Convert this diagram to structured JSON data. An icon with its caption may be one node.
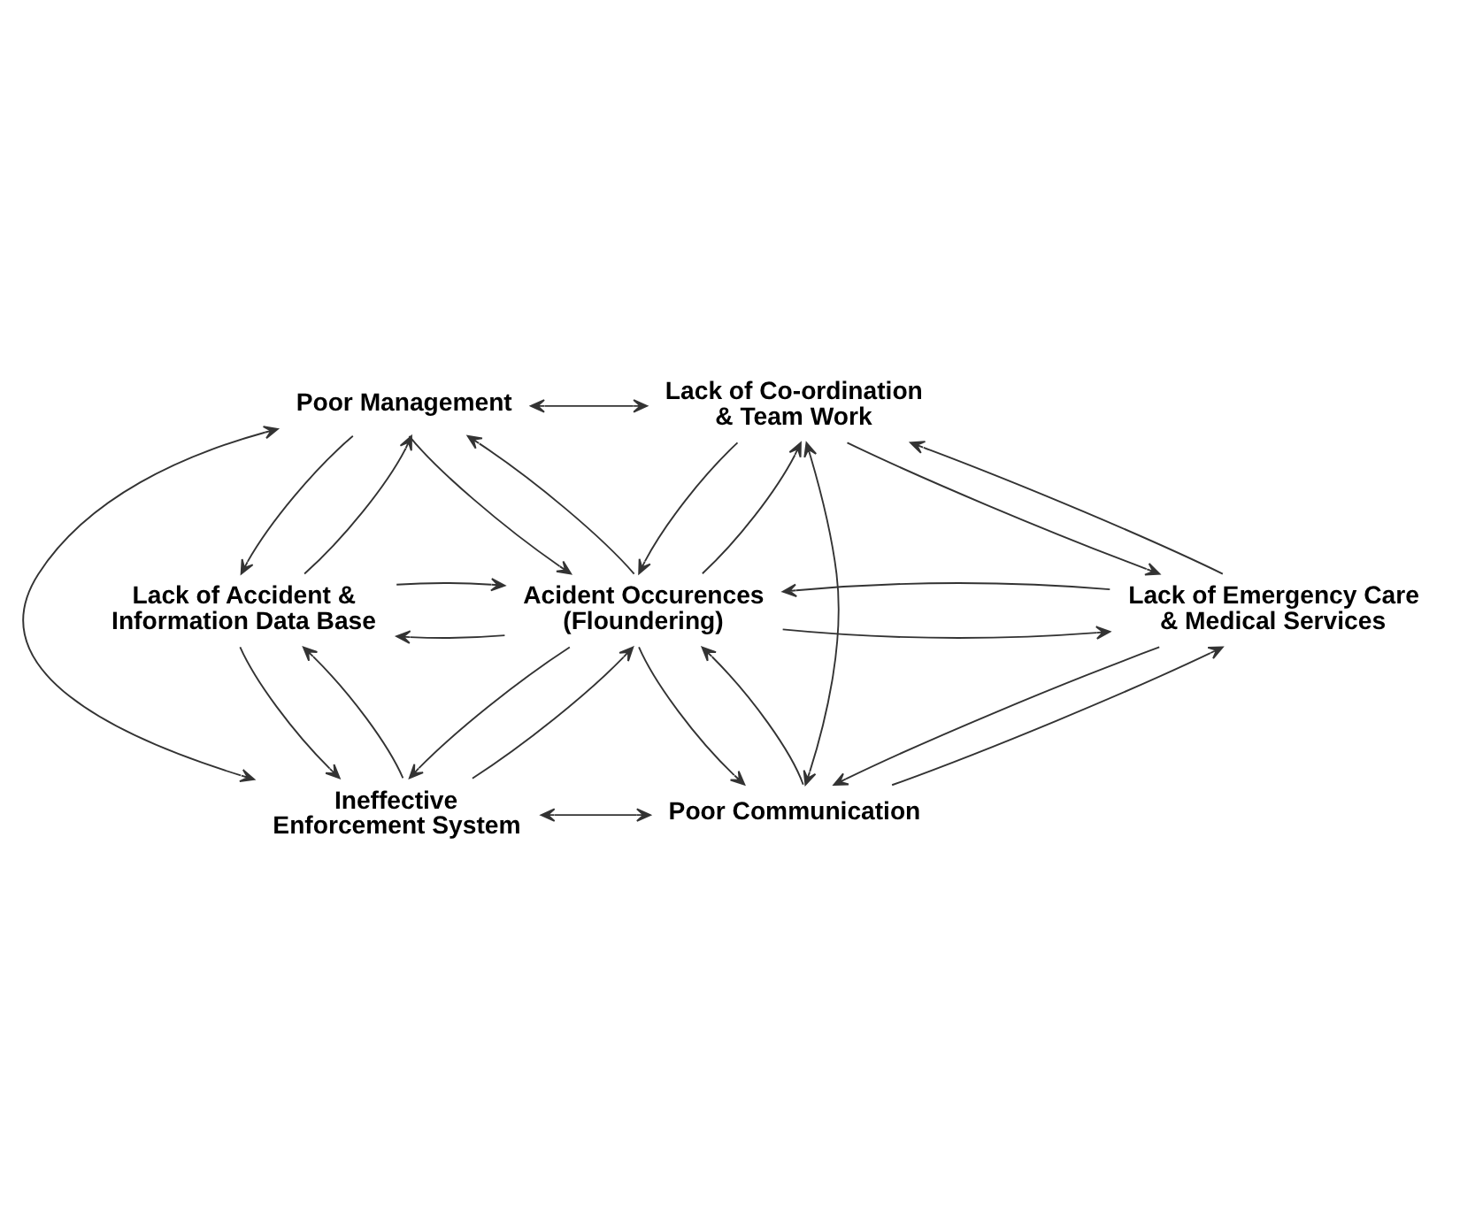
{
  "diagram": {
    "nodes": [
      {
        "text": [
          "Poor Management"
        ]
      },
      {
        "text": [
          "Lack of Co-ordination & Team Work"
        ]
      },
      {
        "text": [
          "Lack of Accident & Information Data Base"
        ]
      },
      {
        "text": [
          "Acident Occurences (Floundering)"
        ]
      },
      {
        "text": [
          "Lack of Emergency Care & Medical Services"
        ]
      },
      {
        "text": [
          "Ineffective Enforcement System"
        ]
      },
      {
        "text": [
          "Poor Communication"
        ]
      }
    ],
    "edges": [
      {
        "from": 0,
        "to": 1,
        "arrow": "both"
      },
      {
        "from": 0,
        "to": 5,
        "arrow": "both"
      },
      {
        "from": 1,
        "to": 6,
        "arrow": "both"
      },
      {
        "from": 5,
        "to": 6,
        "arrow": "both"
      },
      {
        "from": 0,
        "to": 2,
        "arrow": "to"
      },
      {
        "from": 2,
        "to": 0,
        "arrow": "to"
      },
      {
        "from": 2,
        "to": 5,
        "arrow": "to"
      },
      {
        "from": 5,
        "to": 2,
        "arrow": "to"
      },
      {
        "from": 1,
        "to": 4,
        "arrow": "to"
      },
      {
        "from": 4,
        "to": 1,
        "arrow": "to"
      },
      {
        "from": 4,
        "to": 6,
        "arrow": "to"
      },
      {
        "from": 6,
        "to": 4,
        "arrow": "to"
      },
      {
        "from": 0,
        "to": 3,
        "arrow": "to"
      },
      {
        "from": 3,
        "to": 0,
        "arrow": "to"
      },
      {
        "from": 3,
        "to": 2,
        "arrow": "to"
      },
      {
        "from": 2,
        "to": 3,
        "arrow": "to"
      },
      {
        "from": 3,
        "to": 1,
        "arrow": "to"
      },
      {
        "from": 1,
        "to": 3,
        "arrow": "to"
      },
      {
        "from": 3,
        "to": 4,
        "arrow": "to"
      },
      {
        "from": 4,
        "to": 3,
        "arrow": "to"
      },
      {
        "from": 5,
        "to": 3,
        "arrow": "to"
      },
      {
        "from": 3,
        "to": 5,
        "arrow": "to"
      },
      {
        "from": 3,
        "to": 6,
        "arrow": "to"
      },
      {
        "from": 6,
        "to": 3,
        "arrow": "to"
      }
    ]
  }
}
